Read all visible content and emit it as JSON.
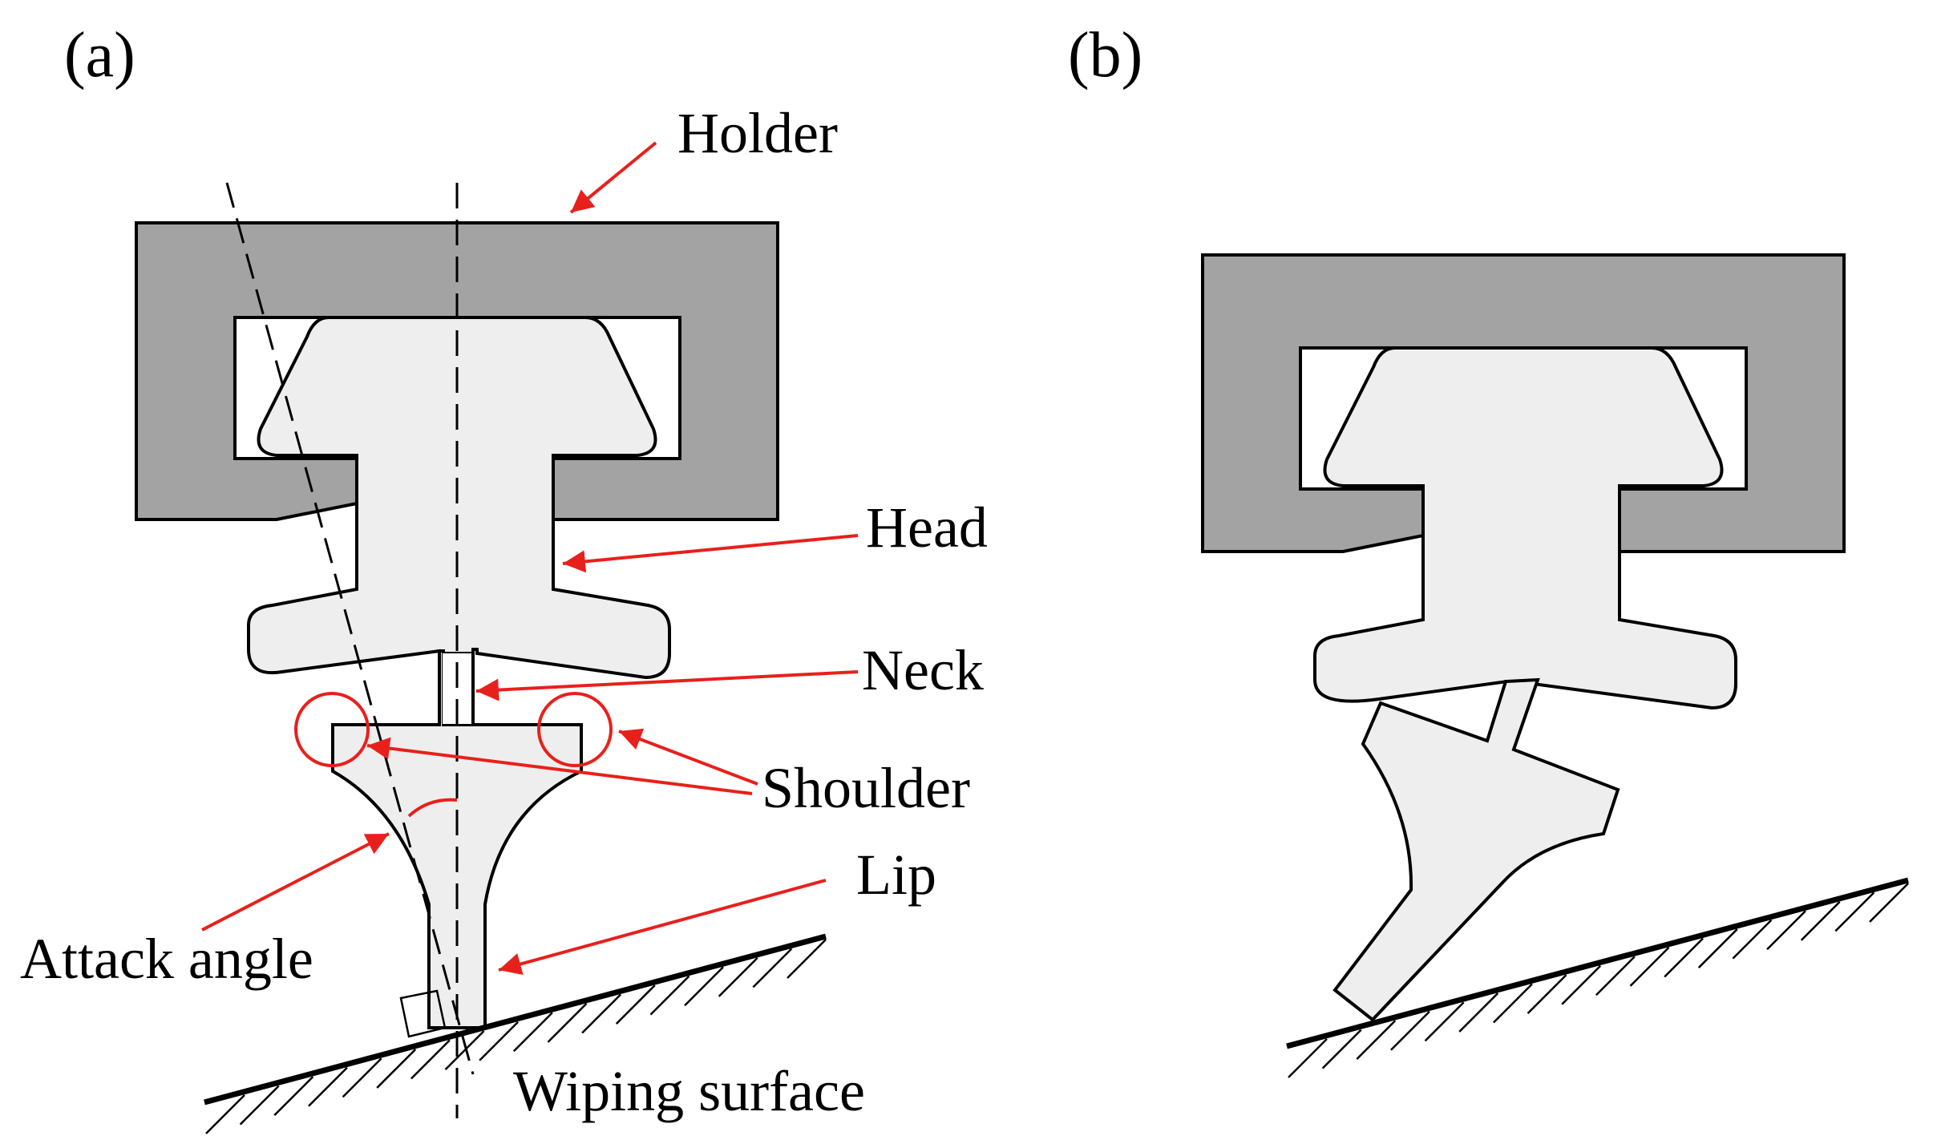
{
  "panels": [
    {
      "label": "(a)"
    },
    {
      "label": "(b)"
    }
  ],
  "labels": {
    "holder": "Holder",
    "head": "Head",
    "neck": "Neck",
    "shoulder": "Shoulder",
    "lip": "Lip",
    "attack_angle": "Attack angle",
    "wiping_surface": "Wiping surface"
  },
  "colors": {
    "holder_fill": "#a3a3a3",
    "rubber_fill": "#eeeeee",
    "outline": "#000000",
    "annotation": "#e8201c",
    "background": "#ffffff"
  }
}
